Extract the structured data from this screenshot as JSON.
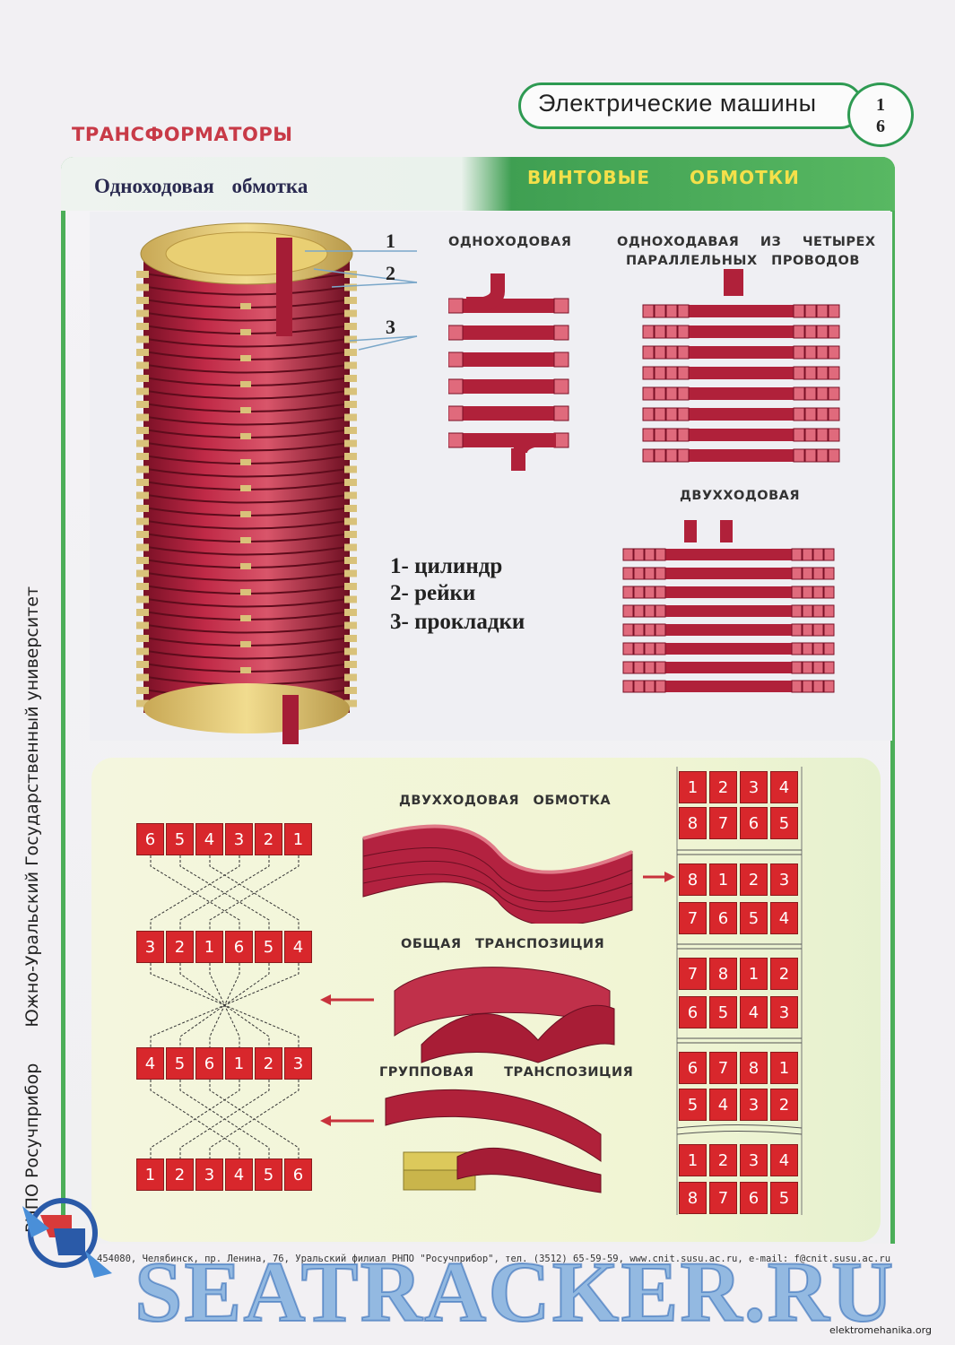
{
  "header": {
    "title": "Электрические машины",
    "page_number": [
      "1",
      "6"
    ],
    "section": "ТРАНСФОРМАТОРЫ"
  },
  "banner": {
    "left": "Одноходовая обмотка",
    "right": "ВИНТОВЫЕ ОБМОТКИ"
  },
  "coil": {
    "callouts": [
      "1",
      "2",
      "3"
    ],
    "legend": [
      "1- цилиндр",
      "2- рейки",
      "3- прокладки"
    ]
  },
  "diagrams": {
    "single": "ОДНОХОДОВАЯ",
    "four_wire": [
      "ОДНОХОДАВАЯ ИЗ ЧЕТЫРЕХ",
      "ПАРАЛЛЕЛЬНЫХ ПРОВОДОВ"
    ],
    "double": "ДВУХХОДОВАЯ"
  },
  "lower": {
    "double_winding": "ДВУХХОДОВАЯ ОБМОТКА",
    "general_transposition": "ОБЩАЯ ТРАНСПОЗИЦИЯ",
    "group_transposition": "ГРУППОВАЯ ТРАНСПОЗИЦИЯ",
    "rows6": [
      [
        "6",
        "5",
        "4",
        "3",
        "2",
        "1"
      ],
      [
        "3",
        "2",
        "1",
        "6",
        "5",
        "4"
      ],
      [
        "4",
        "5",
        "6",
        "1",
        "2",
        "3"
      ],
      [
        "1",
        "2",
        "3",
        "4",
        "5",
        "6"
      ]
    ],
    "rows4": [
      [
        "1",
        "2",
        "3",
        "4"
      ],
      [
        "8",
        "7",
        "6",
        "5"
      ],
      [
        "8",
        "1",
        "2",
        "3"
      ],
      [
        "7",
        "6",
        "5",
        "4"
      ],
      [
        "7",
        "8",
        "1",
        "2"
      ],
      [
        "6",
        "5",
        "4",
        "3"
      ],
      [
        "6",
        "7",
        "8",
        "1"
      ],
      [
        "5",
        "4",
        "3",
        "2"
      ],
      [
        "1",
        "2",
        "3",
        "4"
      ],
      [
        "8",
        "7",
        "6",
        "5"
      ]
    ]
  },
  "side_text": [
    "РНПО Росучприбор",
    "Южно-Уральский Государственный университет"
  ],
  "footer": {
    "address": "454080, Челябинск, пр. Ленина, 76, Уральский филиал РНПО \"Росучприбор\", тел. (3512) 65-59-59, www.cnit.susu.ac.ru, e-mail: f@cnit.susu.ac.ru",
    "watermark": "SEATRACKER.RU",
    "site": "elektromehanika.org"
  },
  "colors": {
    "green": "#4cae58",
    "copper": "#b0213a",
    "cell_red": "#d8272c",
    "section_red": "#c83a47",
    "banner_yellow": "#f4e04a"
  }
}
